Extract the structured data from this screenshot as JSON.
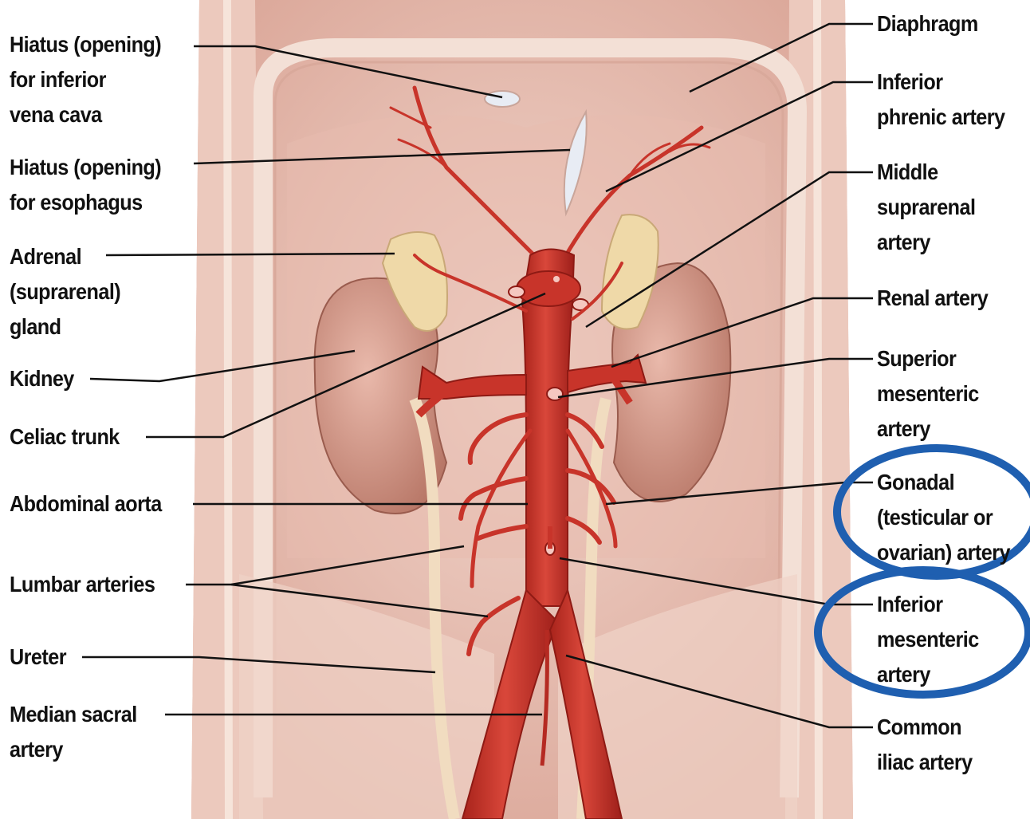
{
  "colors": {
    "artery": "#c8342a",
    "artery_dark": "#9e1f1a",
    "kidney": "#d49a8c",
    "adrenal": "#efd9a8",
    "ureter": "#f1dcc0",
    "background_tissue": "#e9c3b8",
    "diaphragm_rim": "#f3e0d6",
    "highlight_circle": "#1f5fb0"
  },
  "labels_left": [
    {
      "text": "Hiatus (opening)\nfor inferior\nvena cava"
    },
    {
      "text": "Hiatus (opening)\nfor esophagus"
    },
    {
      "text": "Adrenal\n(suprarenal)\ngland"
    },
    {
      "text": "Kidney"
    },
    {
      "text": "Celiac trunk"
    },
    {
      "text": "Abdominal aorta"
    },
    {
      "text": "Lumbar arteries"
    },
    {
      "text": "Ureter"
    },
    {
      "text": "Median sacral\nartery"
    }
  ],
  "labels_right": [
    {
      "text": "Diaphragm"
    },
    {
      "text": "Inferior\nphrenic artery"
    },
    {
      "text": "Middle\nsuprarenal\nartery"
    },
    {
      "text": "Renal artery"
    },
    {
      "text": "Superior\nmesenteric\nartery"
    },
    {
      "text": "Gonadal\n(testicular or\novarian) artery"
    },
    {
      "text": "Inferior\nmesenteric\nartery"
    },
    {
      "text": "Common\niliac artery"
    }
  ],
  "highlight_marks": [
    {
      "target": "gonadal-artery-label",
      "shape": "ellipse"
    },
    {
      "target": "inferior-mesenteric-artery-label",
      "shape": "ellipse"
    }
  ]
}
